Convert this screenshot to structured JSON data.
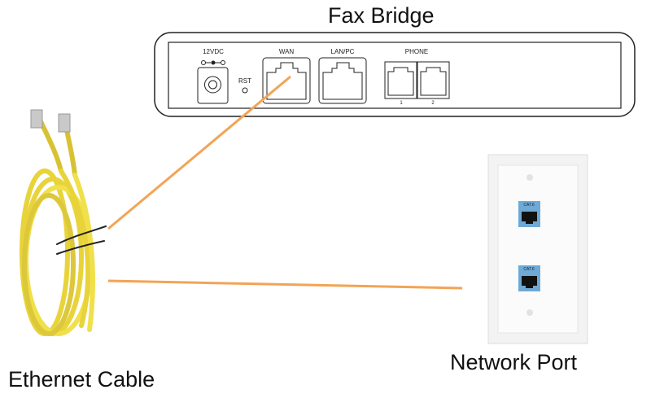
{
  "device": {
    "title": "Fax Bridge",
    "ports": {
      "power_label": "12VDC",
      "reset_label": "RST",
      "wan_label": "WAN",
      "lan_label": "LAN/PC",
      "phone_label": "PHONE",
      "phone_1": "1",
      "phone_2": "2"
    }
  },
  "wall_plate": {
    "title": "Network Port",
    "jack_labels": [
      "CAT.6",
      "CAT.6"
    ],
    "jack_color": "#6fa9d6"
  },
  "cable": {
    "title": "Ethernet Cable",
    "color": "#f0e04a"
  },
  "connector_color": "#f2a455"
}
